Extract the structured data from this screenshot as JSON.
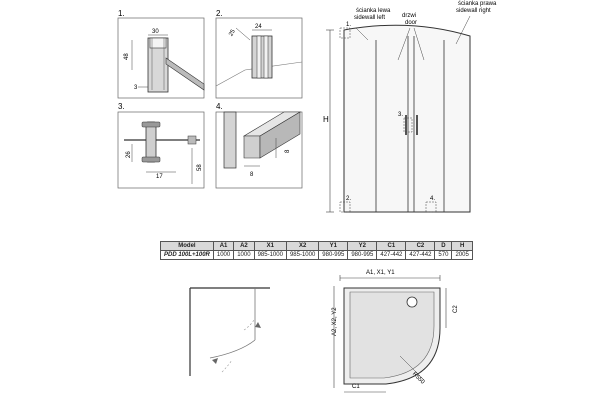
{
  "panels": {
    "p1": {
      "step": "1.",
      "dims": [
        "30",
        "48",
        "3"
      ]
    },
    "p2": {
      "step": "2.",
      "dims": [
        "25",
        "24"
      ]
    },
    "p3": {
      "step": "3.",
      "dims": [
        "26",
        "17",
        "58"
      ]
    },
    "p4": {
      "step": "4.",
      "dims": [
        "8",
        "8"
      ]
    }
  },
  "elevation": {
    "callouts": [
      "1.",
      "2.",
      "3.",
      "4."
    ],
    "height_label": "H",
    "wall_left": {
      "line1": "ścianka lewa",
      "line2": "sidewall left"
    },
    "door": {
      "line1": "drzwi",
      "line2": "door"
    },
    "wall_right": {
      "line1": "ścianka prawa",
      "line2": "sidewall right"
    }
  },
  "table": {
    "headers": [
      "Model",
      "A1",
      "A2",
      "X1",
      "X2",
      "Y1",
      "Y2",
      "C1",
      "C2",
      "D",
      "H"
    ],
    "rows": [
      [
        "PDD 100L+100R",
        "1000",
        "1000",
        "985-1000",
        "985-1000",
        "980-995",
        "980-995",
        "427-442",
        "427-442",
        "570",
        "2005"
      ]
    ]
  },
  "plan": {
    "top_dim": "A1, X1, Y1",
    "side_dim": "A2, X2, Y2",
    "c1": "C1",
    "c2": "C2",
    "radius": "R550"
  },
  "colors": {
    "line": "#333333",
    "frame": "#888888",
    "fill": "#e4e4e4",
    "dim": "#444444"
  }
}
